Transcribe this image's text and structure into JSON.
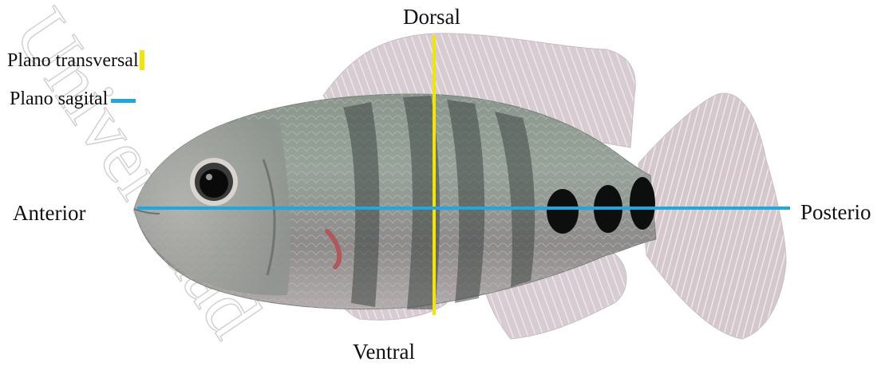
{
  "watermark": {
    "text": "Universidad",
    "color": "#d8d8d8"
  },
  "legend": {
    "transversal_label": "Plano transversal",
    "transversal_color": "#f2e600",
    "sagital_label": "Plano sagital",
    "sagital_color": "#1ea7e0"
  },
  "orientation": {
    "dorsal": "Dorsal",
    "ventral": "Ventral",
    "anterior": "Anterior",
    "posterior": "Posterio"
  },
  "image": {
    "subject": "fish-photo"
  }
}
